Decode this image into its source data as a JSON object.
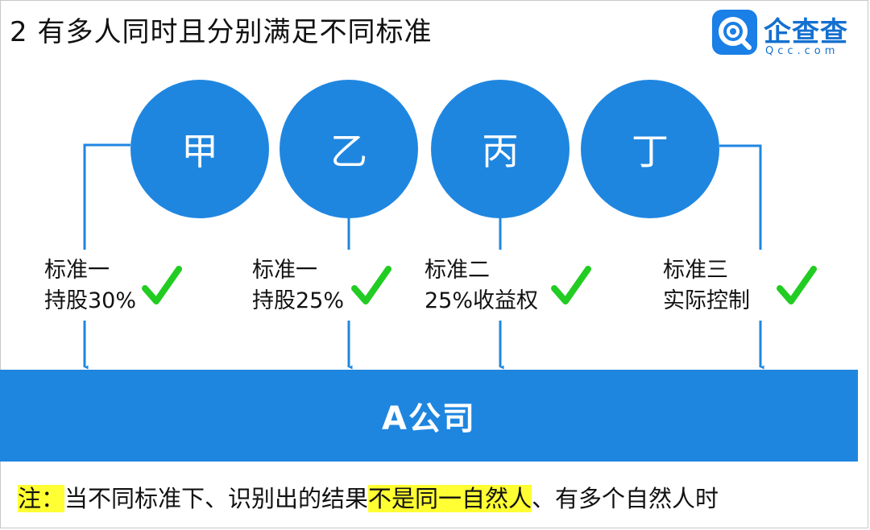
{
  "title": "2 有多人同时且分别满足不同标准",
  "logo": {
    "name": "企查查",
    "domain": "Qcc.com",
    "icon": "qcc-logo-icon"
  },
  "colors": {
    "primary": "#1f86e0",
    "highlight": "#ffff33",
    "check": "#22cc22"
  },
  "persons": [
    {
      "name": "甲",
      "criteria_title": "标准一",
      "criteria_desc": "持股30%",
      "check_icon": "checkmark-icon"
    },
    {
      "name": "乙",
      "criteria_title": "标准一",
      "criteria_desc": "持股25%",
      "check_icon": "checkmark-icon"
    },
    {
      "name": "丙",
      "criteria_title": "标准二",
      "criteria_desc": "25%收益权",
      "check_icon": "checkmark-icon"
    },
    {
      "name": "丁",
      "criteria_title": "标准三",
      "criteria_desc": "实际控制",
      "check_icon": "checkmark-icon"
    }
  ],
  "company": "A公司",
  "note": {
    "label": "注：",
    "text1": "当不同标准下、识别出的结果",
    "highlight": "不是同一自然人",
    "text2": "、有多个自然人时"
  }
}
